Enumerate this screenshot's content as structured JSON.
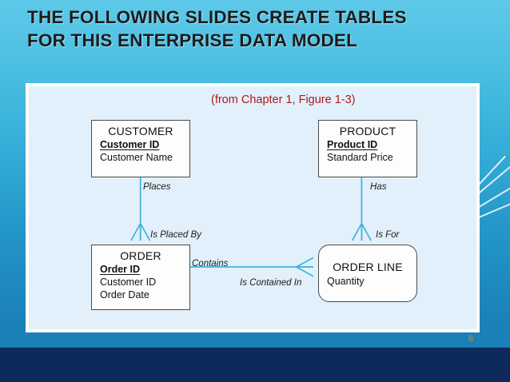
{
  "slide": {
    "title": "THE FOLLOWING SLIDES CREATE TABLES FOR THIS ENTERPRISE DATA MODEL",
    "title_line1": "THE FOLLOWING SLIDES CREATE TABLES",
    "title_line2": "FOR THIS ENTERPRISE DATA MODEL",
    "page_number": "6",
    "caption": "(from Chapter 1, Figure 1-3)",
    "colors": {
      "background_top": "#5ec9e9",
      "background_bottom": "#1a7cb3",
      "footer_band": "#0c2a5c",
      "panel_fill": "#e2f0fb",
      "panel_border": "#ffffff",
      "caption_text": "#a81c1c",
      "page_number_text": "#9a8a3f",
      "entity_fill": "#fdfdfd",
      "entity_border": "#4a4a4a",
      "connector": "#45b3dd"
    }
  },
  "diagram": {
    "entities": [
      {
        "id": "customer",
        "name": "CUSTOMER",
        "shape": "rectangle",
        "attributes": [
          {
            "label": "Customer ID",
            "primary_key": true
          },
          {
            "label": "Customer Name",
            "primary_key": false
          }
        ]
      },
      {
        "id": "product",
        "name": "PRODUCT",
        "shape": "rectangle",
        "attributes": [
          {
            "label": "Product ID",
            "primary_key": true
          },
          {
            "label": "Standard Price",
            "primary_key": false
          }
        ]
      },
      {
        "id": "order",
        "name": "ORDER",
        "shape": "rectangle",
        "attributes": [
          {
            "label": "Order ID",
            "primary_key": true
          },
          {
            "label": "Customer ID",
            "primary_key": false
          },
          {
            "label": "Order Date",
            "primary_key": false
          }
        ]
      },
      {
        "id": "orderline",
        "name": "ORDER LINE",
        "shape": "rounded-rectangle",
        "attributes": [
          {
            "label": "Quantity",
            "primary_key": false
          }
        ]
      }
    ],
    "relationships": [
      {
        "id": "customer-order",
        "from": "CUSTOMER",
        "to": "ORDER",
        "forward_label": "Places",
        "reverse_label": "Is Placed By",
        "cardinality": "one-to-many"
      },
      {
        "id": "product-orderline",
        "from": "PRODUCT",
        "to": "ORDER LINE",
        "forward_label": "Has",
        "reverse_label": "Is For",
        "cardinality": "one-to-many"
      },
      {
        "id": "order-orderline",
        "from": "ORDER",
        "to": "ORDER LINE",
        "forward_label": "Contains",
        "reverse_label": "Is Contained In",
        "cardinality": "one-to-many"
      }
    ]
  }
}
